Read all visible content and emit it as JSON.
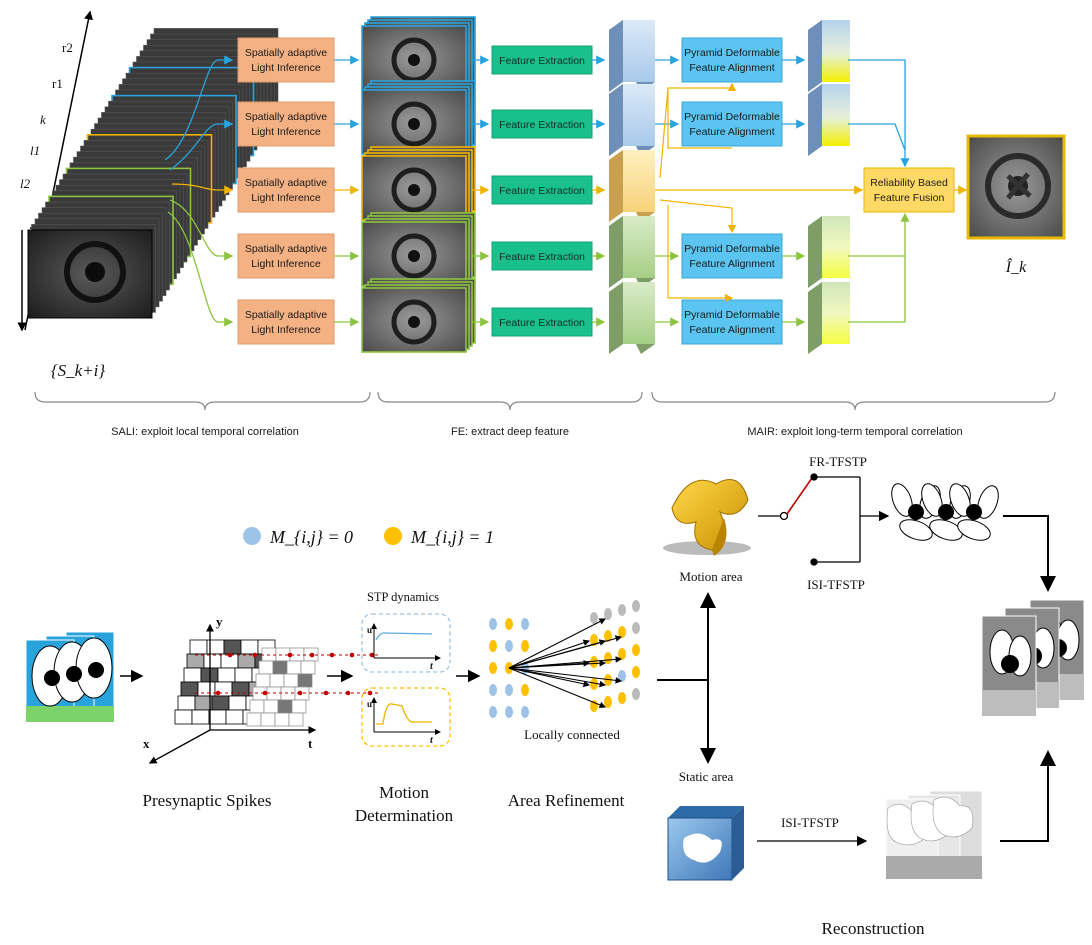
{
  "top": {
    "stream_axis_labels": [
      "r2",
      "r1",
      "k",
      "l1",
      "l2"
    ],
    "input_label": "{S_k+i}",
    "sali_box_lines": [
      "Spatially adaptive",
      "Light Inference"
    ],
    "fe_box_label": "Feature Extraction",
    "pdfa_box_lines": [
      "Pyramid Deformable",
      "Feature Alignment"
    ],
    "fusion_box_lines": [
      "Reliability Based",
      "Feature Fusion"
    ],
    "output_label": "Î_k",
    "brace_labels": {
      "sali": "SALI: exploit local temporal correlation",
      "fe": "FE: extract deep feature",
      "mair": "MAIR: exploit long-term temporal correlation"
    },
    "colors": {
      "blue": "#29a3dc",
      "orange": "#f0b400",
      "green": "#8cc43f",
      "sali_box": "#f4b183",
      "fe_box": "#19c08c",
      "pdfa_box": "#5bc4f0",
      "fusion_box": "#ffd966"
    }
  },
  "bottom": {
    "legend": [
      {
        "symbol": "M_{i,j} = 0",
        "color": "#9dc3e6"
      },
      {
        "symbol": "M_{i,j} = 1",
        "color": "#ffc000"
      }
    ],
    "stage_labels": {
      "spikes": "Presynaptic Spikes",
      "motion_line1": "Motion",
      "motion_line2": "Determination",
      "area": "Area Refinement",
      "reconstruction": "Reconstruction"
    },
    "stp_title": "STP dynamics",
    "stp_axis_u": "u",
    "stp_axis_t": "t",
    "grid_axes": {
      "x": "x",
      "y": "y",
      "t": "t"
    },
    "locally_connected": "Locally connected",
    "motion_area": "Motion area",
    "static_area": "Static area",
    "fr_tfstp": "FR-TFSTP",
    "isi_tfstp_top": "ISI-TFSTP",
    "isi_tfstp_bottom": "ISI-TFSTP"
  }
}
